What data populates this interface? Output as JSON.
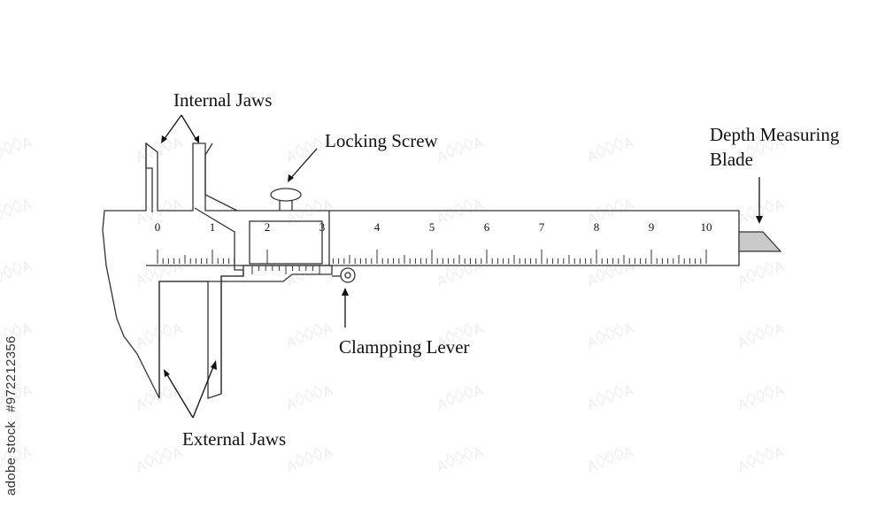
{
  "labels": {
    "internal_jaws": "Internal Jaws",
    "locking_screw": "Locking Screw",
    "depth_blade_line1": "Depth Measuring",
    "depth_blade_line2": "Blade",
    "clamping_lever": "Clampping Lever",
    "external_jaws": "External Jaws"
  },
  "scale": {
    "numbers": [
      "0",
      "1",
      "2",
      "3",
      "4",
      "5",
      "6",
      "7",
      "8",
      "9",
      "10"
    ]
  },
  "watermark": {
    "brand": "adobe stock",
    "stock_id": "#972212356"
  },
  "colors": {
    "line": "#333333",
    "blade_fill": "#c9c9c9"
  }
}
